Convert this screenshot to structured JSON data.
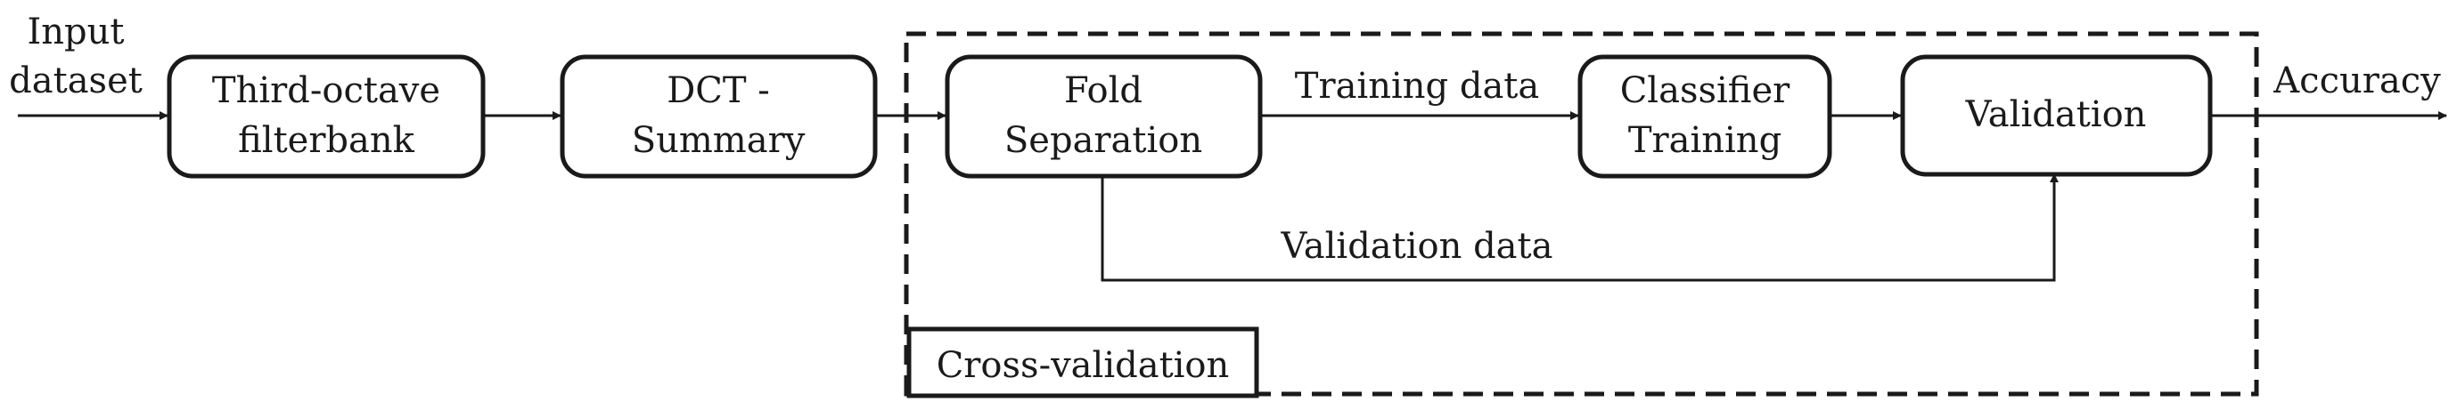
{
  "diagram": {
    "input": {
      "line1": "Input",
      "line2": "dataset"
    },
    "nodes": {
      "filterbank": {
        "line1": "Third-octave",
        "line2": "filterbank"
      },
      "dct": {
        "line1": "DCT -",
        "line2": "Summary"
      },
      "fold": {
        "line1": "Fold",
        "line2": "Separation"
      },
      "classifier": {
        "line1": "Classifier",
        "line2": "Training"
      },
      "validation": {
        "label": "Validation"
      }
    },
    "edges": {
      "training_data": "Training data",
      "validation_data": "Validation data",
      "accuracy": "Accuracy"
    },
    "group": {
      "label": "Cross-validation"
    }
  }
}
